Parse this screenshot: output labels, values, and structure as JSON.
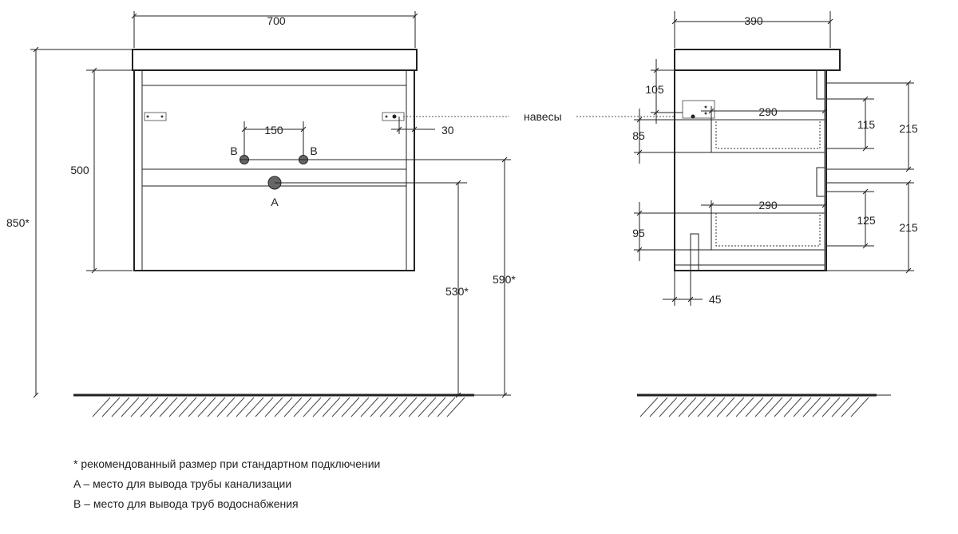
{
  "front": {
    "width": "700",
    "height_body": "500",
    "height_total": "850*",
    "pipes_spacing": "150",
    "hinge_offset": "30",
    "label_b_left": "B",
    "label_b_right": "B",
    "label_a": "A",
    "drain_height": "530*",
    "supply_height": "590*"
  },
  "side": {
    "depth": "390",
    "hinge_top": "105",
    "hinge_label": "навесы",
    "upper_drawer_depth": "290",
    "upper_gap": "85",
    "upper_drawer_height": "115",
    "upper_front_height": "215",
    "lower_drawer_depth": "290",
    "lower_gap": "95",
    "lower_drawer_height": "125",
    "lower_front_height": "215",
    "leg_offset": "45"
  },
  "notes": {
    "line1": "* рекомендованный размер при стандартном подключении",
    "line2": "A – место для вывода трубы канализации",
    "line3": "B – место для вывода труб водоснабжения"
  }
}
